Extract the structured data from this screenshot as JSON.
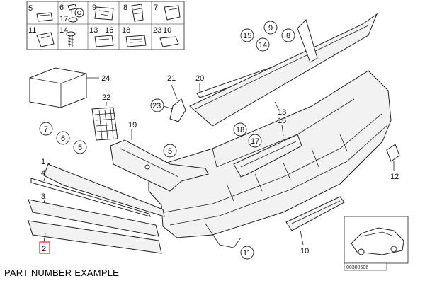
{
  "caption": "PART NUMBER EXAMPLE",
  "diagram_code": "00300506",
  "highlight_color": "#e8292f",
  "highlighted_callout": "2",
  "inset_labels": [
    "5",
    "6",
    "17",
    "8",
    "7",
    "9",
    "11",
    "14",
    "13",
    "16",
    "18",
    "23",
    "10"
  ],
  "callouts_plain": [
    "24",
    "22",
    "21",
    "20",
    "19",
    "1",
    "4",
    "3",
    "13",
    "16",
    "12",
    "10"
  ],
  "callouts_circled": [
    "15",
    "14",
    "9",
    "8",
    "23",
    "18",
    "17",
    "7",
    "6",
    "5",
    "5",
    "11"
  ]
}
